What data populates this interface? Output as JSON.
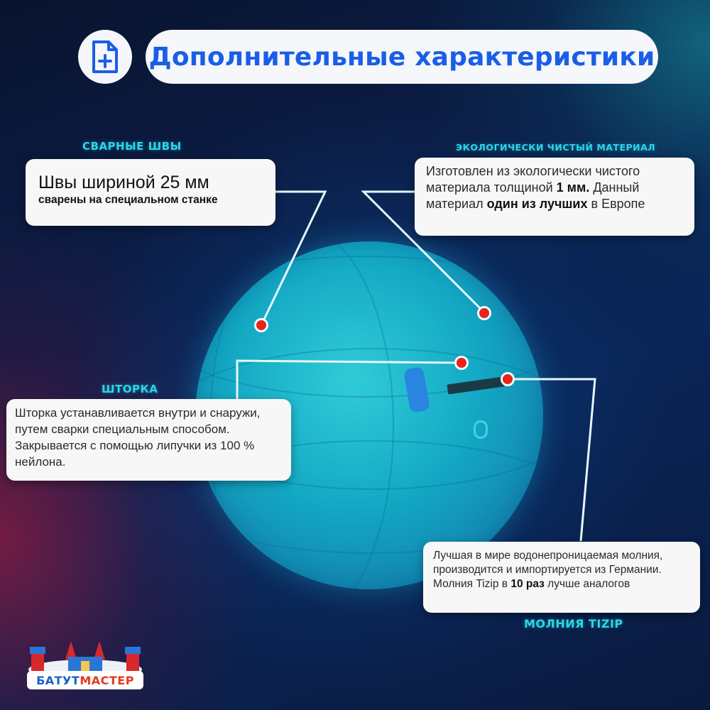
{
  "header": {
    "icon": "file-plus-icon",
    "title": "Дополнительные характеристики"
  },
  "sections": {
    "seams": {
      "label": "СВАРНЫЕ ШВЫ",
      "title": "Швы шириной 25 мм",
      "subtitle": "сварены на специальном станке"
    },
    "material": {
      "label": "ЭКОЛОГИЧЕСКИ ЧИСТЫЙ МАТЕРИАЛ",
      "text_1": "Изготовлен из экологически чистого материала толщиной ",
      "bold_1": "1 мм.",
      "text_2": " Данный материал ",
      "bold_2": "один из лучших",
      "text_3": " в Европе"
    },
    "curtain": {
      "label": "ШТОРКА",
      "text": "Шторка устанавливается внутри и снаружи, путем сварки специальным способом. Закрывается с помощью липучки из 100 % нейлона."
    },
    "zipper": {
      "label": "МОЛНИЯ TIZIP",
      "text_1": "Лучшая в мире водонепроницаемая молния, производится и импортируется из Германии. Молния Tizip в ",
      "bold_1": "10 раз",
      "text_2": " лучше аналогов"
    }
  },
  "logo": {
    "text": "БАТУТМАСТЕР",
    "part_1": "БАТУТ",
    "part_2": "МАСТЕР"
  },
  "colors": {
    "accent_blue": "#1a5ee8",
    "label_cyan": "#2ad7e6",
    "marker_red": "#e8231a",
    "sphere_cyan": "#22bcd4"
  }
}
